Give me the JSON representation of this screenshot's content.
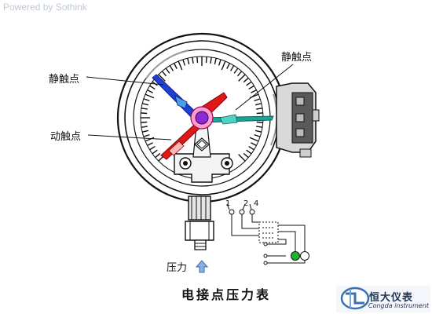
{
  "watermark": "Powered by Sothink",
  "labels": {
    "static_contact_left": "静触点",
    "static_contact_right": "静触点",
    "moving_contact": "动触点",
    "pressure": "压力",
    "title": "电接点压力表"
  },
  "terminals": {
    "t1": "1",
    "t2": "2",
    "t4": "4"
  },
  "brand": {
    "name_cn": "恒大仪表",
    "name_en": "Congda instrument"
  },
  "colors": {
    "static_pointer_left": "#1f3fd6",
    "static_pointer_right": "#1aa59a",
    "moving_pointer": "#e01818",
    "hub": "#8a2bd6",
    "lamp_green": "#1fb52b",
    "arrow": "#3a6fb0"
  }
}
